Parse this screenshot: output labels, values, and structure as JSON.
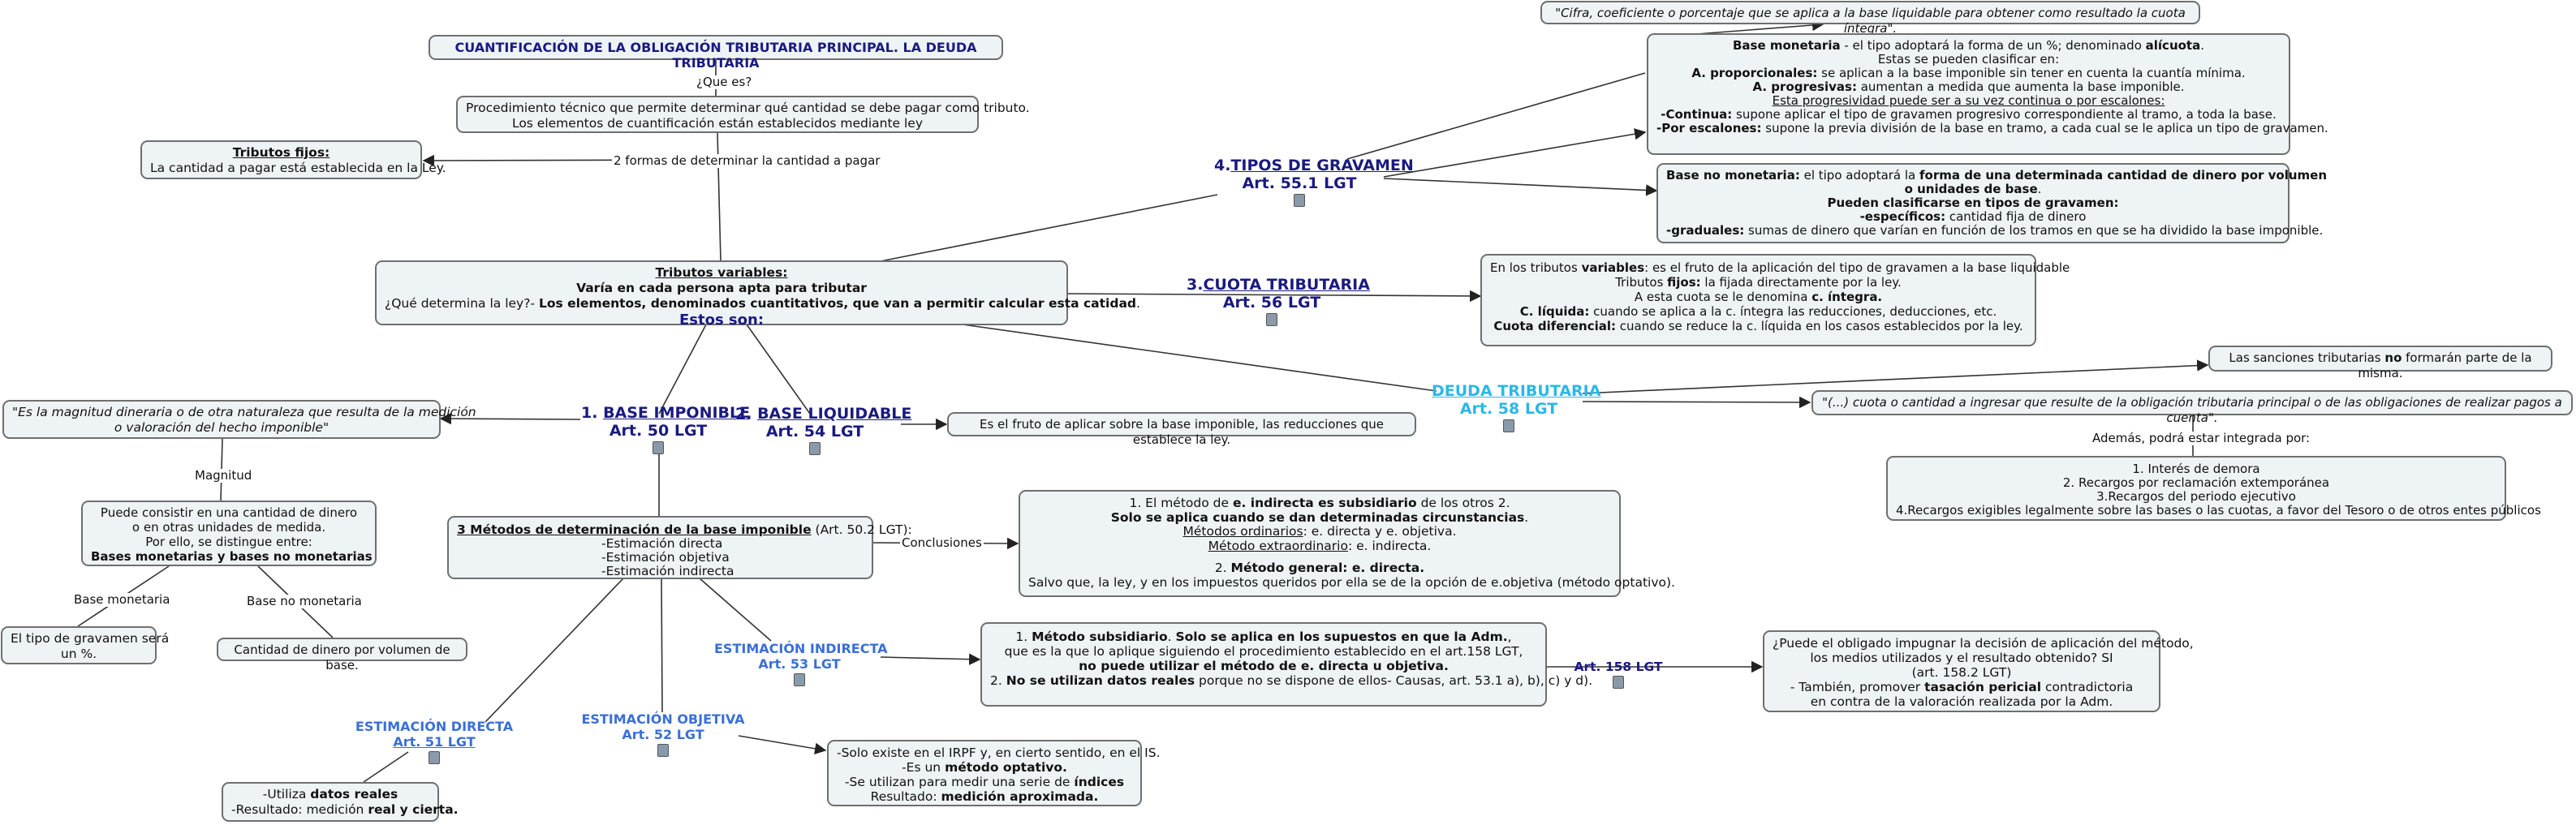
{
  "colors": {
    "node_bg": "#eef3f5",
    "node_border": "#6f6f6f",
    "navy": "#1a1a80",
    "blue": "#3a6fd8",
    "cyan": "#2ab8e6"
  },
  "title": "CUANTIFICACIÓN DE LA OBLIGACIÓN TRIBUTARIA PRINCIPAL. LA DEUDA TRIBUTARIA",
  "links": {
    "que_es": "¿Que es?",
    "dos_formas": "2 formas de determinar la cantidad a pagar",
    "magnitud": "Magnitud",
    "base_monetaria": "Base monetaria",
    "base_no_monetaria": "Base no monetaria",
    "conclusiones": "Conclusiones",
    "ademas": "Además, podrá estar integrada por:"
  },
  "procedimiento": {
    "line1": "Procedimiento técnico que permite determinar qué cantidad se debe pagar como tributo.",
    "line2": "Los elementos de cuantificación están establecidos mediante ley"
  },
  "tributos_fijos": {
    "heading": "Tributos fijos:",
    "text": "La cantidad a pagar está establecida en la Ley."
  },
  "tributos_variables": {
    "heading": "Tributos variables:",
    "line2": "Varía en cada persona apta para tributar",
    "line3_pre": "¿Qué determina la ley?- ",
    "line3_bold": "Los elementos, denominados cuantitativos, que van a permitir calcular esta catidad",
    "line3_end": ".",
    "line4": "Estos son:"
  },
  "concepts": {
    "tipos_gravamen": {
      "num": "4.",
      "name": "TIPOS DE GRAVAMEN",
      "art": "Art. 55.1 LGT"
    },
    "cuota_tributaria": {
      "num": "3.",
      "name": "CUOTA TRIBUTARIA",
      "art": "Art. 56 LGT"
    },
    "deuda_tributaria": {
      "name": "DEUDA TRIBUTARIA",
      "art": "Art. 58 LGT"
    },
    "base_imponible": {
      "num": "1. ",
      "name": "BASE IMPONIBLE",
      "art": "Art. 50 LGT"
    },
    "base_liquidable": {
      "num": "2. ",
      "name": "BASE LIQUIDABLE",
      "art": "Art. 54 LGT"
    },
    "estimacion_indirecta": {
      "name": "ESTIMACIÓN INDIRECTA",
      "art": "Art. 53 LGT"
    },
    "estimacion_directa": {
      "name": "ESTIMACIÓN DIRECTA",
      "art": "Art. 51 LGT"
    },
    "estimacion_objetiva": {
      "name": "ESTIMACIÓN OBJETIVA",
      "art": "Art. 52 LGT"
    },
    "art158": {
      "name": "Art. 158 LGT"
    }
  },
  "cifra": "\"Cifra, coeficiente o porcentaje que se aplica a la base liquidable para obtener como resultado la cuota íntegra\".",
  "base_monetaria_box": {
    "l1_b": "Base monetaria",
    "l1_t": " - el tipo adoptará la forma de un %; denominado ",
    "l1_b2": "alícuota",
    "l1_e": ".",
    "l2": "Estas se pueden clasificar en:",
    "l3_b": "A. proporcionales:",
    "l3_t": " se aplican a la base imponible sin tener en cuenta la cuantía mínima.",
    "l4_b": "A. progresivas:",
    "l4_t": "  aumentan a medida que aumenta la base imponible.",
    "l5": "Esta progresividad puede ser a su vez continua o por escalones:",
    "l6_b": "-Continua:",
    "l6_t": " supone aplicar el tipo de gravamen progresivo correspondiente al tramo, a toda la base.",
    "l7_b": "-Por escalones:",
    "l7_t": " supone la previa división de la base en tramo, a cada cual se le aplica un tipo de gravamen."
  },
  "base_no_monetaria_box": {
    "l1_b": "Base no monetaria:",
    "l1_t": " el tipo adoptará la ",
    "l1_b2": "forma de una determinada cantidad de dinero por volumen",
    "l2_b": "o unidades de base",
    "l2_e": ".",
    "l3": "Pueden clasificarse en tipos de gravamen:",
    "l4_b": "-específicos:",
    "l4_t": " cantidad fija de dinero",
    "l5_b": "-graduales:",
    "l5_t": " sumas de dinero que varían en función de los tramos en que se ha dividido la base imponible."
  },
  "cuota_box": {
    "l1_t": "En los tributos ",
    "l1_b": "variables",
    "l1_e": ": es el fruto de la aplicación del tipo de gravamen a la base liquidable",
    "l2_t": "Tributos ",
    "l2_b": "fijos:",
    "l2_e": " la fijada directamente por la ley.",
    "l3_t": "A esta cuota se le denomina ",
    "l3_b": "c. íntegra.",
    "l4_b": "C. líquida:",
    "l4_t": " cuando se aplica a la c. íntegra las reducciones, deducciones, etc.",
    "l5_b": "Cuota diferencial:",
    "l5_t": " cuando se reduce la c. líquida en los casos establecidos por la ley."
  },
  "sanciones": {
    "t1": "Las sanciones tributarias ",
    "b": "no",
    "t2": " formarán parte de la misma."
  },
  "cuota_def": "\"(...) cuota o cantidad a ingresar que resulte de la obligación tributaria principal o de las obligaciones de realizar pagos a cuenta\".",
  "integrada_items": [
    "1. Interés de demora",
    "2. Recargos por reclamación extemporánea",
    "3.Recargos del periodo ejecutivo",
    "4.Recargos exigibles legalmente sobre las bases o las cuotas, a favor del Tesoro o de otros entes públicos"
  ],
  "magnitud_def": {
    "l1": "\"Es la magnitud dineraria o de otra naturaleza que resulta de la medición",
    "l2": "o valoración del hecho imponible\""
  },
  "puede_consistir": {
    "l1": "Puede consistir en una cantidad de dinero",
    "l2": "o en otras unidades de medida.",
    "l3": "Por ello, se distingue entre:",
    "l4": "Bases monetarias y bases no monetarias"
  },
  "tipo_gravamen_pct": {
    "l1": "El tipo de gravamen será",
    "l2": "un %."
  },
  "cantidad_volumen": "Cantidad de dinero por volumen de base.",
  "base_liquidable_def": "Es el fruto de aplicar sobre la base imponible, las reducciones que establece la ley.",
  "metodos": {
    "heading": "3 Métodos de determinación de la base imponible",
    "ref": " (Art. 50.2 LGT):",
    "items": [
      "-Estimación directa",
      "-Estimación objetiva",
      "-Estimación indirecta"
    ]
  },
  "conclusiones_box": {
    "l1_t": "1. El método de ",
    "l1_b": "e. indirecta es subsidiario",
    "l1_e": " de los otros 2.",
    "l2": "Solo se aplica cuando se dan determinadas circunstancias",
    "l2_e": ".",
    "l3_u": "Métodos ordinarios",
    "l3_t": ": e. directa y e. objetiva.",
    "l4_u": "Método extraordinario",
    "l4_t": ": e. indirecta.",
    "l5_t": "2. ",
    "l5_b": "Método general: e. directa.",
    "l6": "Salvo que, la ley, y en los impuestos queridos por ella se de la opción de e.objetiva (método optativo)."
  },
  "indirecta_box": {
    "l1_t": "1. ",
    "l1_b": "Método subsidiario",
    "l1_e": ". ",
    "l1_b2": "Solo se aplica en los supuestos en que la Adm.",
    "l1_e2": ",",
    "l2": "que es la que lo aplique siguiendo el procedimiento establecido en el art.158 LGT,",
    "l3": "no puede utilizar el método de e. directa u objetiva.",
    "l4_t": "2. ",
    "l4_b": "No se utilizan datos reales",
    "l4_e": " porque no se dispone de ellos- Causas, art. 53.1 a), b), c) y d)."
  },
  "impugnar_box": {
    "l1": "¿Puede el obligado impugnar la decisión de aplicación del método,",
    "l2": "los medios utilizados y el resultado obtenido? SI",
    "l3": "(art. 158.2 LGT)",
    "l4_t": "- También, promover ",
    "l4_b": "tasación pericial",
    "l4_e": " contradictoria",
    "l5": "en contra de la valoración realizada por la Adm."
  },
  "directa_box": {
    "l1_t": "-Utiliza ",
    "l1_b": "datos reales",
    "l2_t": "-Resultado: medición ",
    "l2_b": "real y cierta."
  },
  "objetiva_box": {
    "l1": "-Solo existe en el IRPF y, en cierto sentido, en el IS.",
    "l2_t": "-Es un ",
    "l2_b": "método optativo.",
    "l3_t": "-Se utilizan para medir una serie de ",
    "l3_b": "índices",
    "l4_t": "Resultado: ",
    "l4_b": "medición aproximada."
  }
}
